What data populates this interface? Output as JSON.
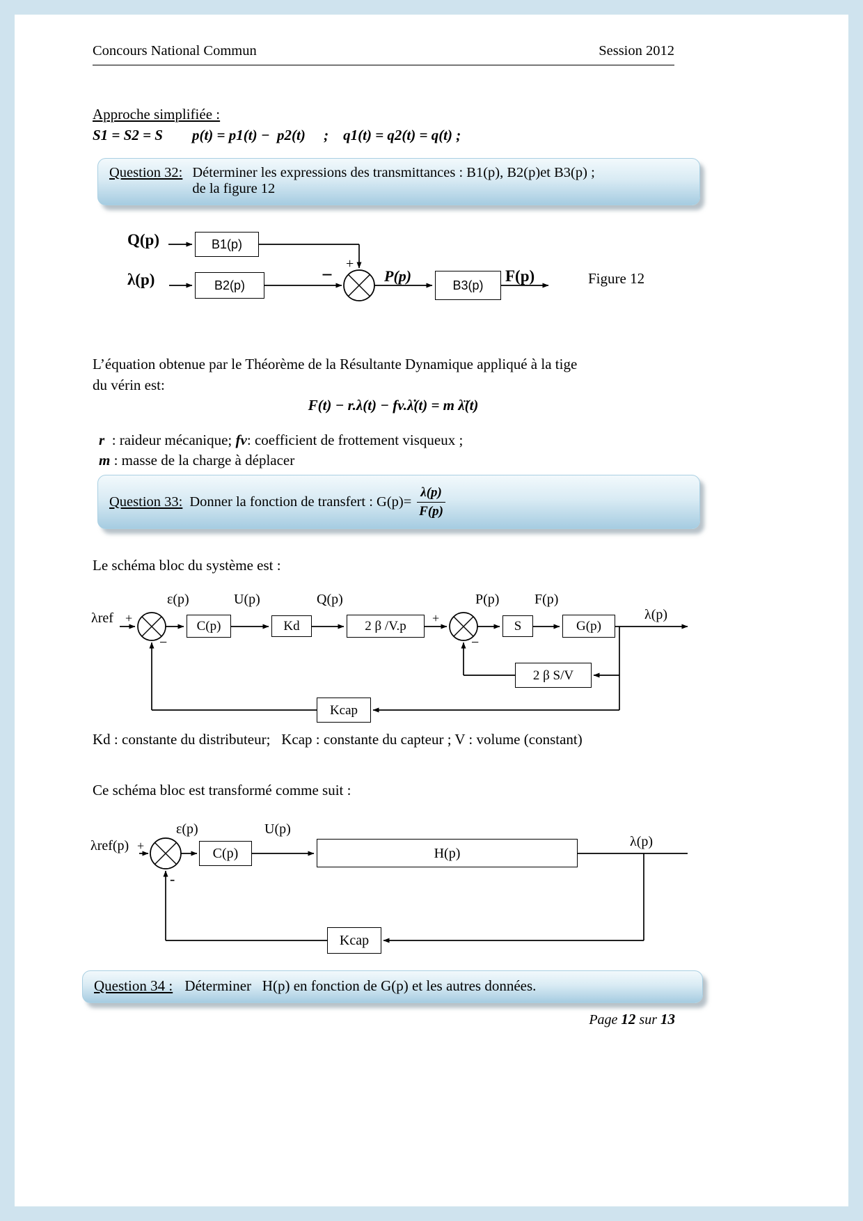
{
  "colors": {
    "page_margin_blue": "#cfe3ee",
    "question_box_top": "#f2f9fc",
    "question_box_bottom": "#a6cce1",
    "ink": "#000000"
  },
  "header": {
    "left": "Concours National Commun",
    "right": "Session 2012"
  },
  "intro": {
    "title": "Approche simplifiée :",
    "equation": "S1 = S2 = S        p(t) = p1(t) −  p2(t)     ;    q1(t) = q2(t) = q(t) ;"
  },
  "q32": {
    "label": "Question 32:",
    "line1": "Déterminer les expressions des transmittances : B1(p), B2(p)et B3(p) ;",
    "line2": "de la figure 12"
  },
  "fig12": {
    "input_q": "Q(p)",
    "input_lambda": "λ(p)",
    "b1": "B1(p)",
    "b2": "B2(p)",
    "b3": "B3(p)",
    "plus": "+",
    "minus": "−",
    "p_out": "P(p)",
    "f_out": "F(p)",
    "caption": "Figure 12"
  },
  "dyn": {
    "line1": "L’équation obtenue par le Théorème de la Résultante Dynamique appliqué à la tige",
    "line2": "du vérin est:",
    "equation": "F(t) − r.λ(t) − fv.λ̇(t) =  m  λ̈(t)",
    "def_r_sym": "r",
    "def_r_text": "  : raideur mécanique; ",
    "def_fv_sym": "fv",
    "def_fv_text": ": coefficient de frottement visqueux ;",
    "def_m_sym": "m",
    "def_m_text": " : masse de la charge à déplacer"
  },
  "q33": {
    "label": "Question 33:",
    "text": "Donner la fonction de transfert : G(p)=",
    "frac_num": "λ(p)",
    "frac_den": "F(p)"
  },
  "schema1": {
    "title": "Le schéma bloc du système est :",
    "lambda_ref": "λref",
    "plus1": "+",
    "minus1": "−",
    "eps": "ε(p)",
    "c_block": "C(p)",
    "u": "U(p)",
    "kd_block": "Kd",
    "q": "Q(p)",
    "beta_vp_block": "2 β /V.p",
    "plus2": "+",
    "minus2": "−",
    "p": "P(p)",
    "s_block": "S",
    "f": "F(p)",
    "g_block": "G(p)",
    "lambda_out": "λ(p)",
    "beta_sv_block": "2 β S/V",
    "kcap_block": "Kcap"
  },
  "constants_note": "Kd : constante du distributeur;   Kcap : constante du capteur ; V : volume (constant)",
  "schema2": {
    "title": "Ce schéma bloc est transformé comme suit :",
    "lambda_ref": "λref(p)",
    "plus": "+",
    "minus": "-",
    "eps": "ε(p)",
    "c_block": "C(p)",
    "u": "U(p)",
    "h_block": "H(p)",
    "lambda_out": "λ(p)",
    "kcap_block": "Kcap"
  },
  "q34": {
    "label": "Question 34 :",
    "text": "Déterminer   H(p) en fonction de G(p) et les autres données."
  },
  "footer": {
    "word_page": "Page",
    "page_num": "12",
    "word_sur": "sur",
    "total": "13"
  }
}
